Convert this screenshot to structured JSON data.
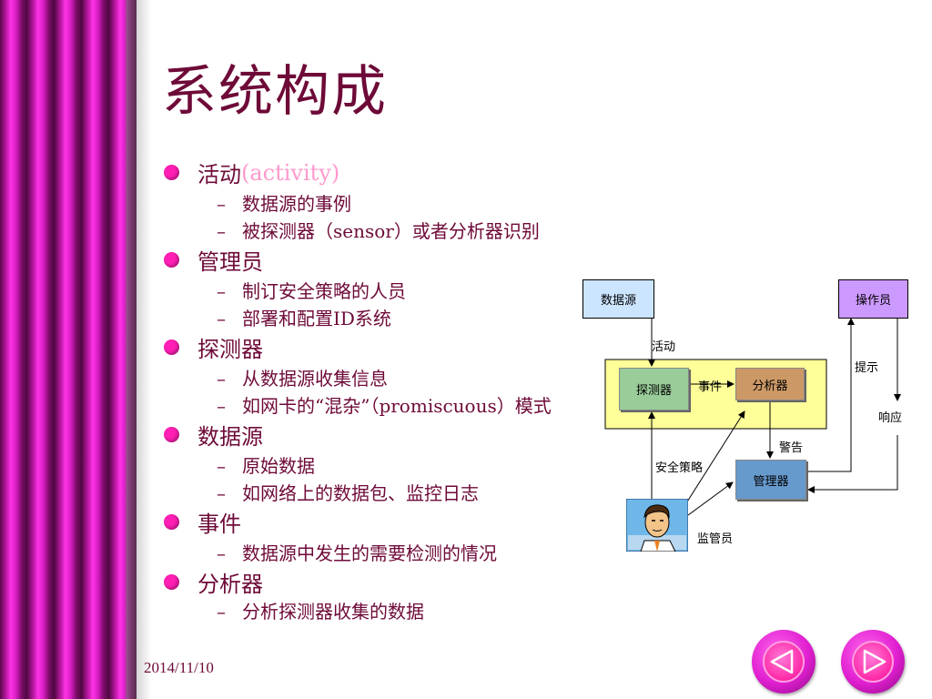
{
  "title": "系统构成",
  "items": [
    {
      "label": "活动",
      "suffix": "(activity)",
      "subs": [
        "数据源的事例",
        "被探测器（sensor）或者分析器识别"
      ]
    },
    {
      "label": "管理员",
      "subs": [
        "制订安全策略的人员",
        "部署和配置ID系统"
      ]
    },
    {
      "label": "探测器",
      "subs": [
        "从数据源收集信息",
        "如网卡的“混杂”（promiscuous）模式"
      ]
    },
    {
      "label": "数据源",
      "subs": [
        "原始数据",
        "如网络上的数据包、监控日志"
      ]
    },
    {
      "label": "事件",
      "subs": [
        "数据源中发生的需要检测的情况"
      ]
    },
    {
      "label": "分析器",
      "subs": [
        "分析探测器收集的数据"
      ]
    }
  ],
  "sub_dash": "–",
  "diagram": {
    "nodes": {
      "datasource": "数据源",
      "operator": "操作员",
      "sensor": "探测器",
      "analyzer": "分析器",
      "manager": "管理器"
    },
    "labels": {
      "activity": "活动",
      "event": "事件",
      "alert": "警告",
      "notify": "提示",
      "response": "响应",
      "policy": "安全策略",
      "admin": "监管员"
    }
  },
  "footer": {
    "date": "2014/11/10"
  },
  "nav": {
    "prev": "previous-slide",
    "next": "next-slide"
  }
}
